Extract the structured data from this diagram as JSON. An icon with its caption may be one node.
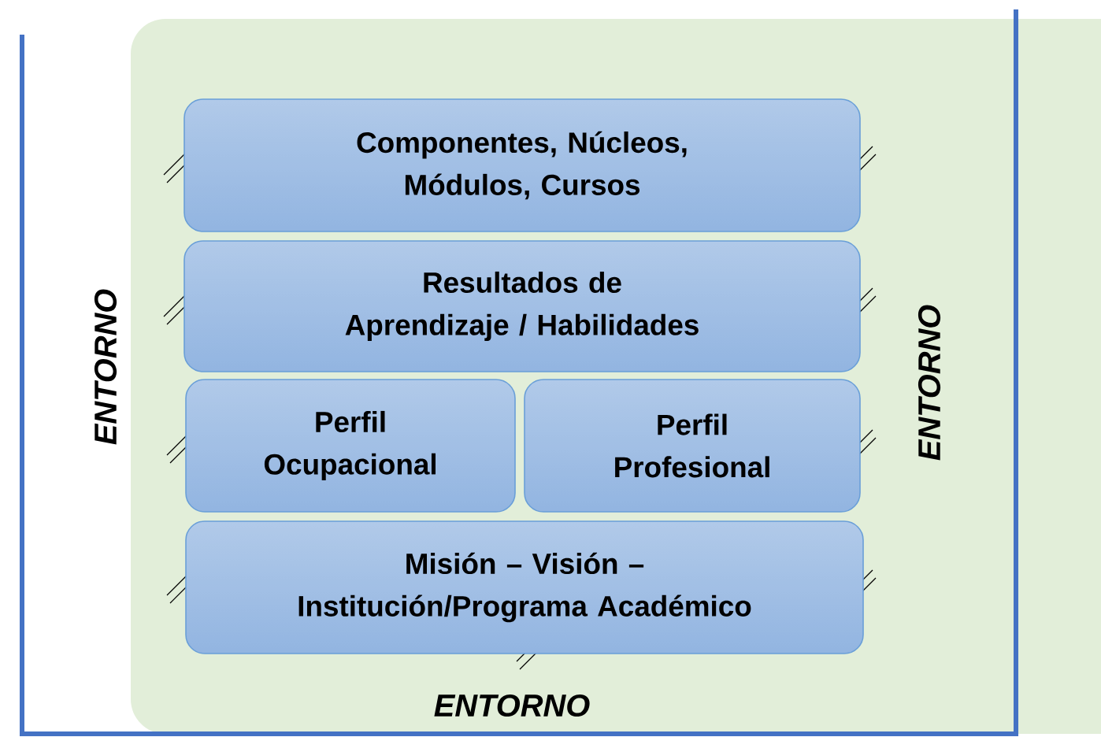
{
  "diagram": {
    "nodes": [
      {
        "text": [
          "Componentes, Núcleos, Módulos, Cursos"
        ]
      },
      {
        "text": [
          "Resultados de Aprendizaje / Habilidades"
        ]
      },
      {
        "text": [
          "Perfil Ocupacional"
        ]
      },
      {
        "text": [
          "Perfil Profesional"
        ]
      },
      {
        "text": [
          "Misión – Visión – Institución/Programa Académico"
        ]
      }
    ],
    "labels": [
      "ENTORNO",
      "ENTORNO",
      "ENTORNO"
    ]
  }
}
